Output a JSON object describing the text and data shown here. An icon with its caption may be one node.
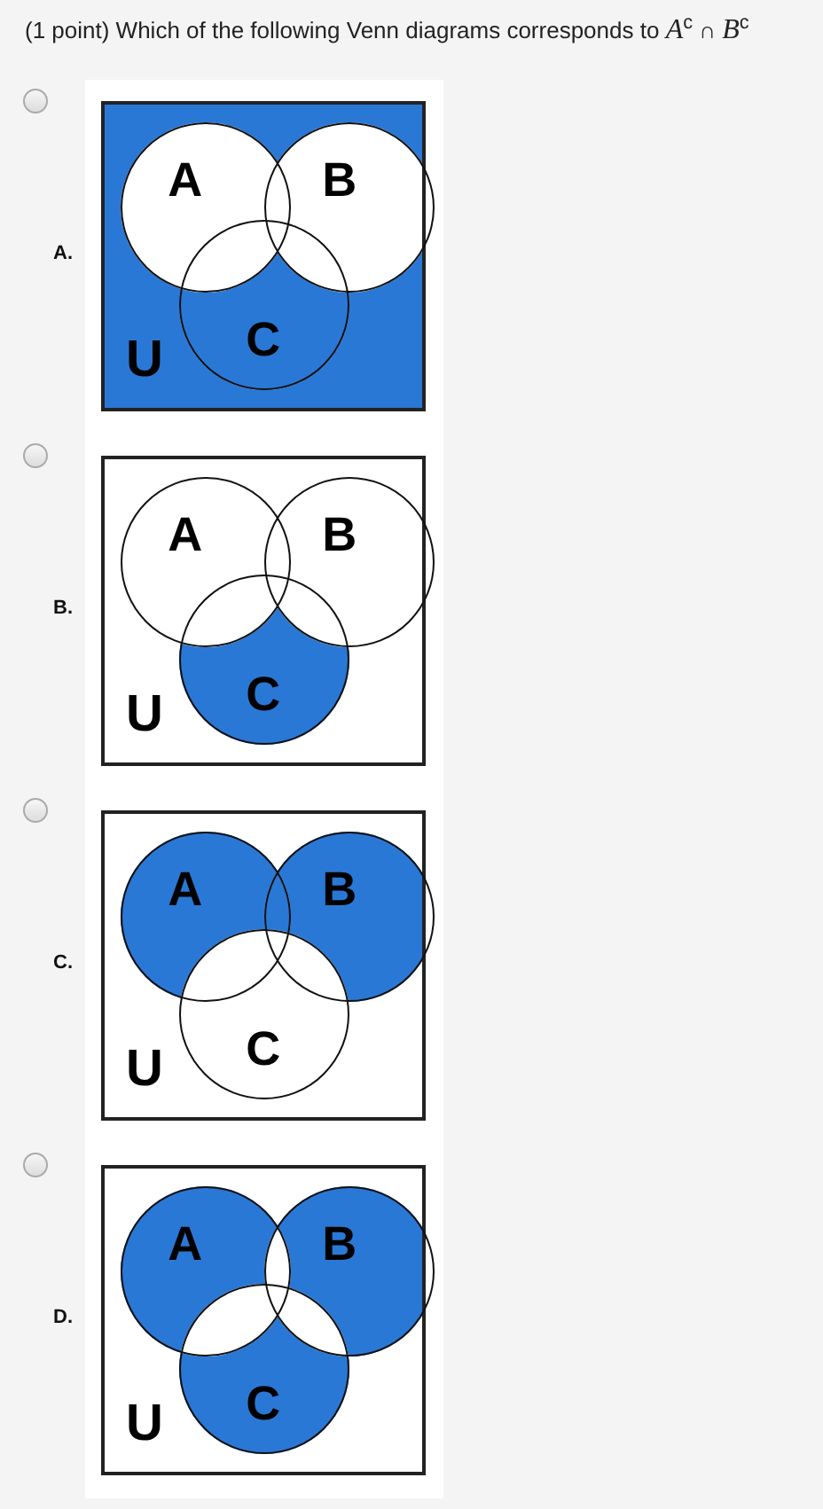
{
  "diagram": {
    "title": "(1 point) Which of the following Venn diagrams corresponds to *A*$^{c}$ ∩ *B*$^{c}$",
    "nodes": [
      {
        "text": [
          "U"
        ]
      },
      {
        "text": [
          "A"
        ],
        "in": 0
      },
      {
        "text": [
          "B"
        ],
        "in": 0
      },
      {
        "text": [
          "C"
        ],
        "in": 0
      },
      {
        "text": [
          "U"
        ]
      },
      {
        "text": [
          "A"
        ],
        "in": 4
      },
      {
        "text": [
          "B"
        ],
        "in": 4
      },
      {
        "text": [
          "C"
        ],
        "in": 4
      },
      {
        "text": [
          "U"
        ]
      },
      {
        "text": [
          "A"
        ],
        "in": 8
      },
      {
        "text": [
          "B"
        ],
        "in": 8
      },
      {
        "text": [
          "C"
        ],
        "in": 8
      },
      {
        "text": [
          "U"
        ]
      },
      {
        "text": [
          "A"
        ],
        "in": 12
      },
      {
        "text": [
          "B"
        ],
        "in": 12
      },
      {
        "text": [
          "C"
        ],
        "in": 12
      }
    ],
    "labels": [
      "A.",
      "B.",
      "C.",
      "D."
    ]
  }
}
